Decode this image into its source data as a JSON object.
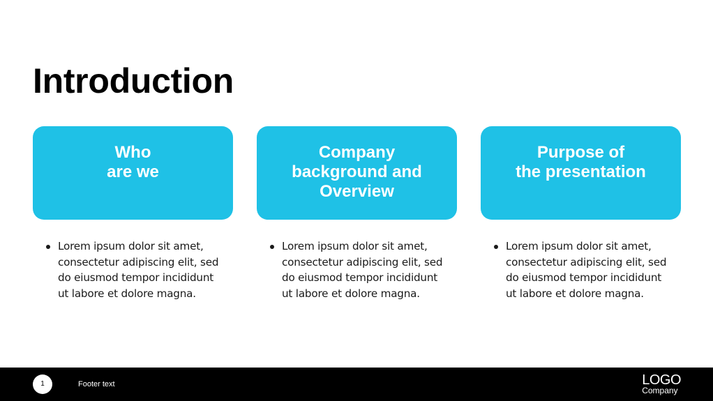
{
  "slide": {
    "title": "Introduction",
    "accent_color": "#1fc1e6",
    "cards": [
      {
        "label": "Who\nare we",
        "bullets": [
          "Lorem ipsum dolor sit amet, consectetur adipiscing elit, sed do eiusmod tempor incididunt ut labore et dolore magna."
        ]
      },
      {
        "label": "Company\nbackground and\nOverview",
        "bullets": [
          "Lorem ipsum dolor sit amet, consectetur adipiscing elit, sed do eiusmod tempor incididunt ut labore et dolore magna."
        ]
      },
      {
        "label": "Purpose of\nthe presentation",
        "bullets": [
          "Lorem ipsum dolor sit amet, consectetur adipiscing elit, sed do eiusmod tempor incididunt ut labore et dolore magna."
        ]
      }
    ]
  },
  "footer": {
    "page_number": "1",
    "text": "Footer text",
    "logo": {
      "main": "LOGO",
      "sub": "Company"
    }
  }
}
